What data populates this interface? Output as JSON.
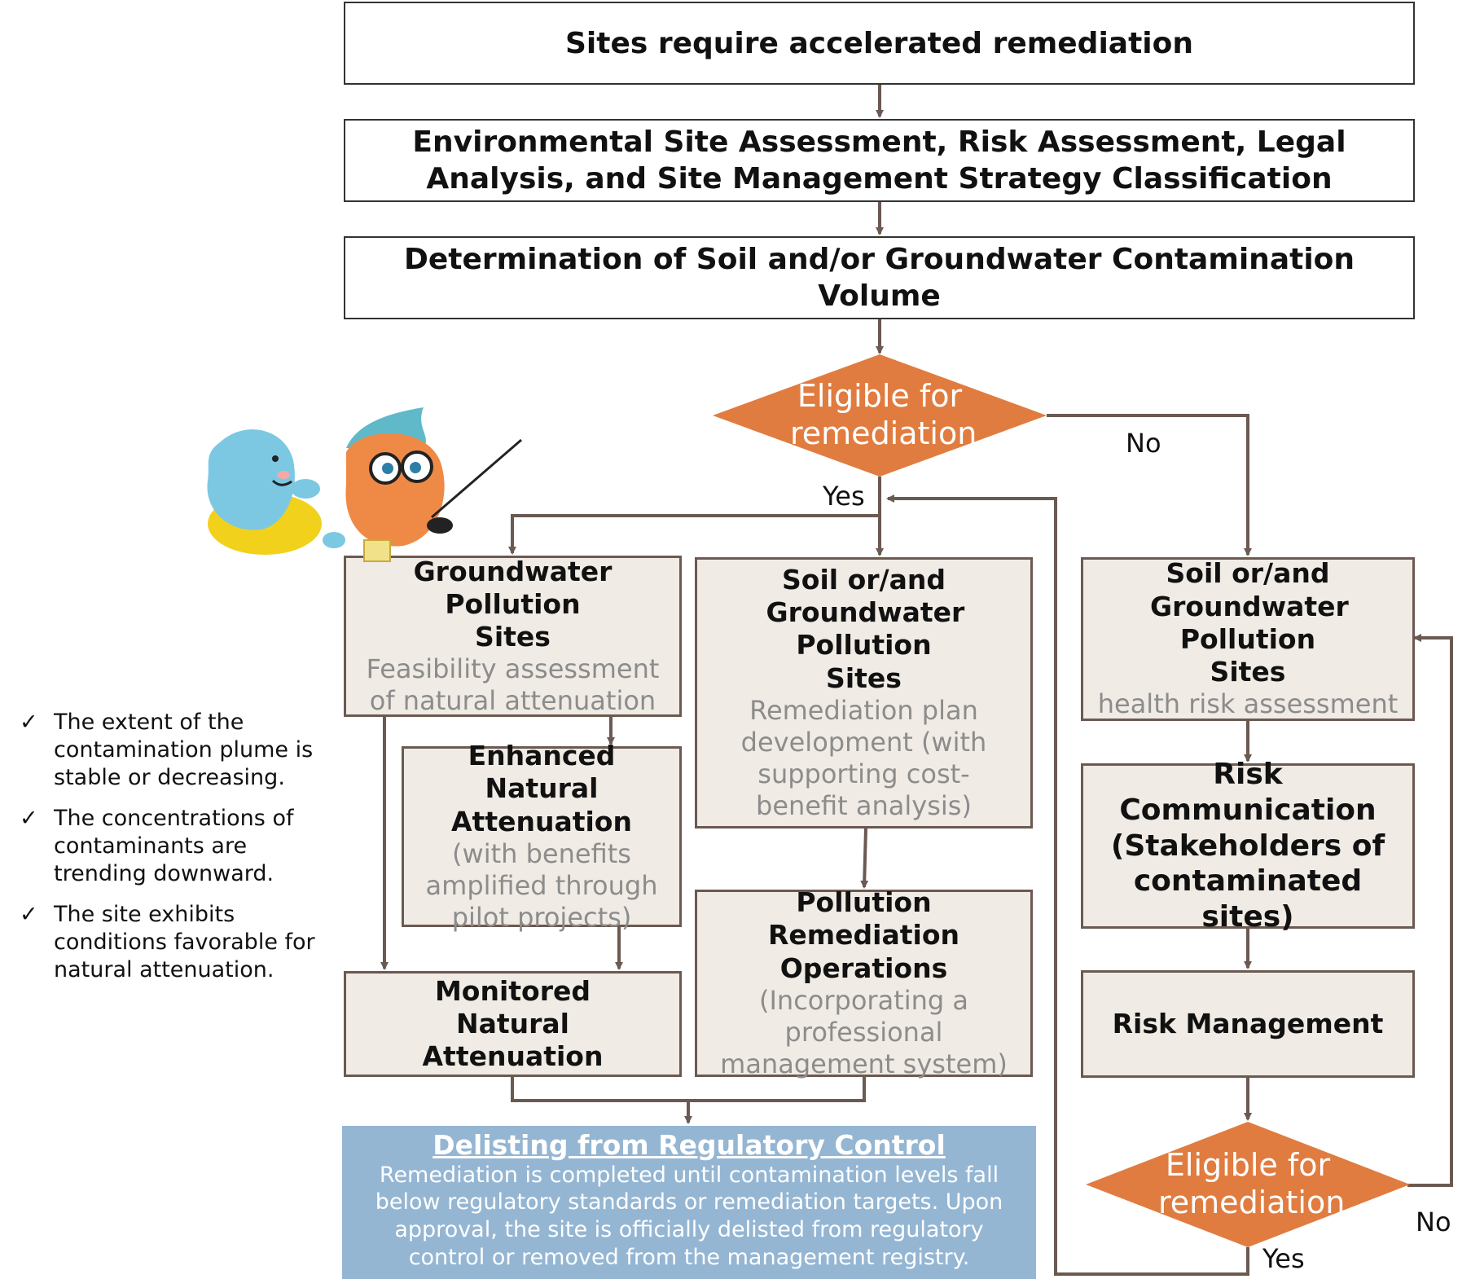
{
  "colors": {
    "border": "#6b5a52",
    "box_fill": "#f0ebe4",
    "diamond": "#e07c3f",
    "note_fill": "#94b6d3",
    "subtext": "#8c8c8c"
  },
  "top_boxes": [
    "Sites require accelerated remediation",
    "Environmental Site Assessment, Risk Assessment, Legal Analysis, and Site Management Strategy Classification",
    "Determination of Soil and/or Groundwater Contamination Volume"
  ],
  "decision_top": {
    "label": "Eligible for remediation",
    "no": "No",
    "yes": "Yes"
  },
  "decision_bottom": {
    "label": "Eligible for remediation",
    "no": "No",
    "yes": "Yes"
  },
  "boxes": {
    "gw_sites": {
      "title": "Groundwater Pollution  Sites",
      "sub": "Feasibility assessment of natural attenuation"
    },
    "enhanced": {
      "title": "Enhanced Natural Attenuation",
      "sub": "(with benefits amplified through pilot projects)"
    },
    "monitored": {
      "title": "Monitored Natural Attenuation"
    },
    "soil_remediation": {
      "title": "Soil or/and Groundwater Pollution Sites",
      "sub": "Remediation plan development (with supporting cost-benefit analysis)"
    },
    "operations": {
      "title": "Pollution Remediation Operations",
      "sub": "(Incorporating a professional management system)"
    },
    "soil_health": {
      "title": "Soil or/and Groundwater Pollution Sites",
      "sub": "health risk assessment"
    },
    "risk_comm": {
      "title": "Risk Communication (Stakeholders of contaminated sites)"
    },
    "risk_mgmt": {
      "title": "Risk Management"
    }
  },
  "criteria": [
    "The extent of the contamination plume is stable or decreasing.",
    "The concentrations of contaminants are trending downward.",
    "The site exhibits conditions favorable for natural attenuation."
  ],
  "check_glyph": "✓",
  "delisting": {
    "title": "Delisting from Regulatory Control",
    "body": "Remediation is completed until contamination levels fall below regulatory standards or remediation targets. Upon approval, the site is officially delisted from regulatory control or removed from the management registry."
  }
}
